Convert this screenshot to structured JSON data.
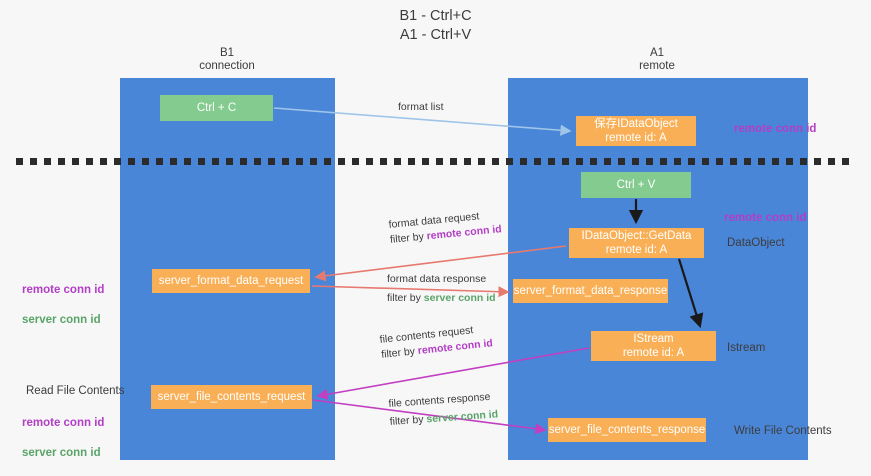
{
  "title": "B1 - Ctrl+C\nA1 - Ctrl+V",
  "lanes": [
    {
      "name": "b1",
      "header": "B1\nconnection",
      "color": "#4a86d8"
    },
    {
      "name": "a1",
      "header": "A1\nremote",
      "color": "#4a86d8"
    }
  ],
  "colors": {
    "lane": "#4a86d8",
    "node_green": "#83cb8e",
    "node_orange": "#f9af56",
    "accent_purple": "#b33ec6",
    "accent_green": "#5aa469",
    "arrow_blue": "#9fc5e8",
    "arrow_red": "#e8796f",
    "arrow_magenta": "#c23fc2",
    "arrow_black": "#1a1a1a",
    "background": "#f7f7f7"
  },
  "nodes": {
    "ctrl_c": "Ctrl + C",
    "save_idataobject": "保存IDataObject\nremote id: A",
    "ctrl_v": "Ctrl + V",
    "getdata": "IDataObject::GetData\nremote id: A",
    "server_format_data_request": "server_format_data_request",
    "server_format_data_response": "server_format_data_response",
    "istream": "IStream\nremote id: A",
    "server_file_contents_request": "server_file_contents_request",
    "server_file_contents_response": "server_file_contents_response"
  },
  "edge_captions": {
    "format_list": "format list",
    "format_data_request": "format data request",
    "format_data_request_filter_prefix": "filter by ",
    "format_data_request_filter_key": "remote conn id",
    "format_data_response": "format data response",
    "format_data_response_filter_prefix": "filter by ",
    "format_data_response_filter_key": "server conn id",
    "file_contents_request": "file contents request",
    "file_contents_request_filter_prefix": "filter by ",
    "file_contents_request_filter_key": "remote conn id",
    "file_contents_response": "file contents response",
    "file_contents_response_filter_prefix": "filter by ",
    "file_contents_response_filter_key": "server conn id"
  },
  "annotations": {
    "remote_conn_id_top": "remote conn id",
    "remote_conn_id_mid": "remote conn id",
    "dataobject": "DataObject",
    "istream": "Istream",
    "write_file_contents": "Write File Contents",
    "read_file_contents": "Read File Contents",
    "left_remote_conn_id_1": "remote conn id",
    "left_server_conn_id_1": "server conn id",
    "left_remote_conn_id_2": "remote conn id",
    "left_server_conn_id_2": "server conn id"
  }
}
